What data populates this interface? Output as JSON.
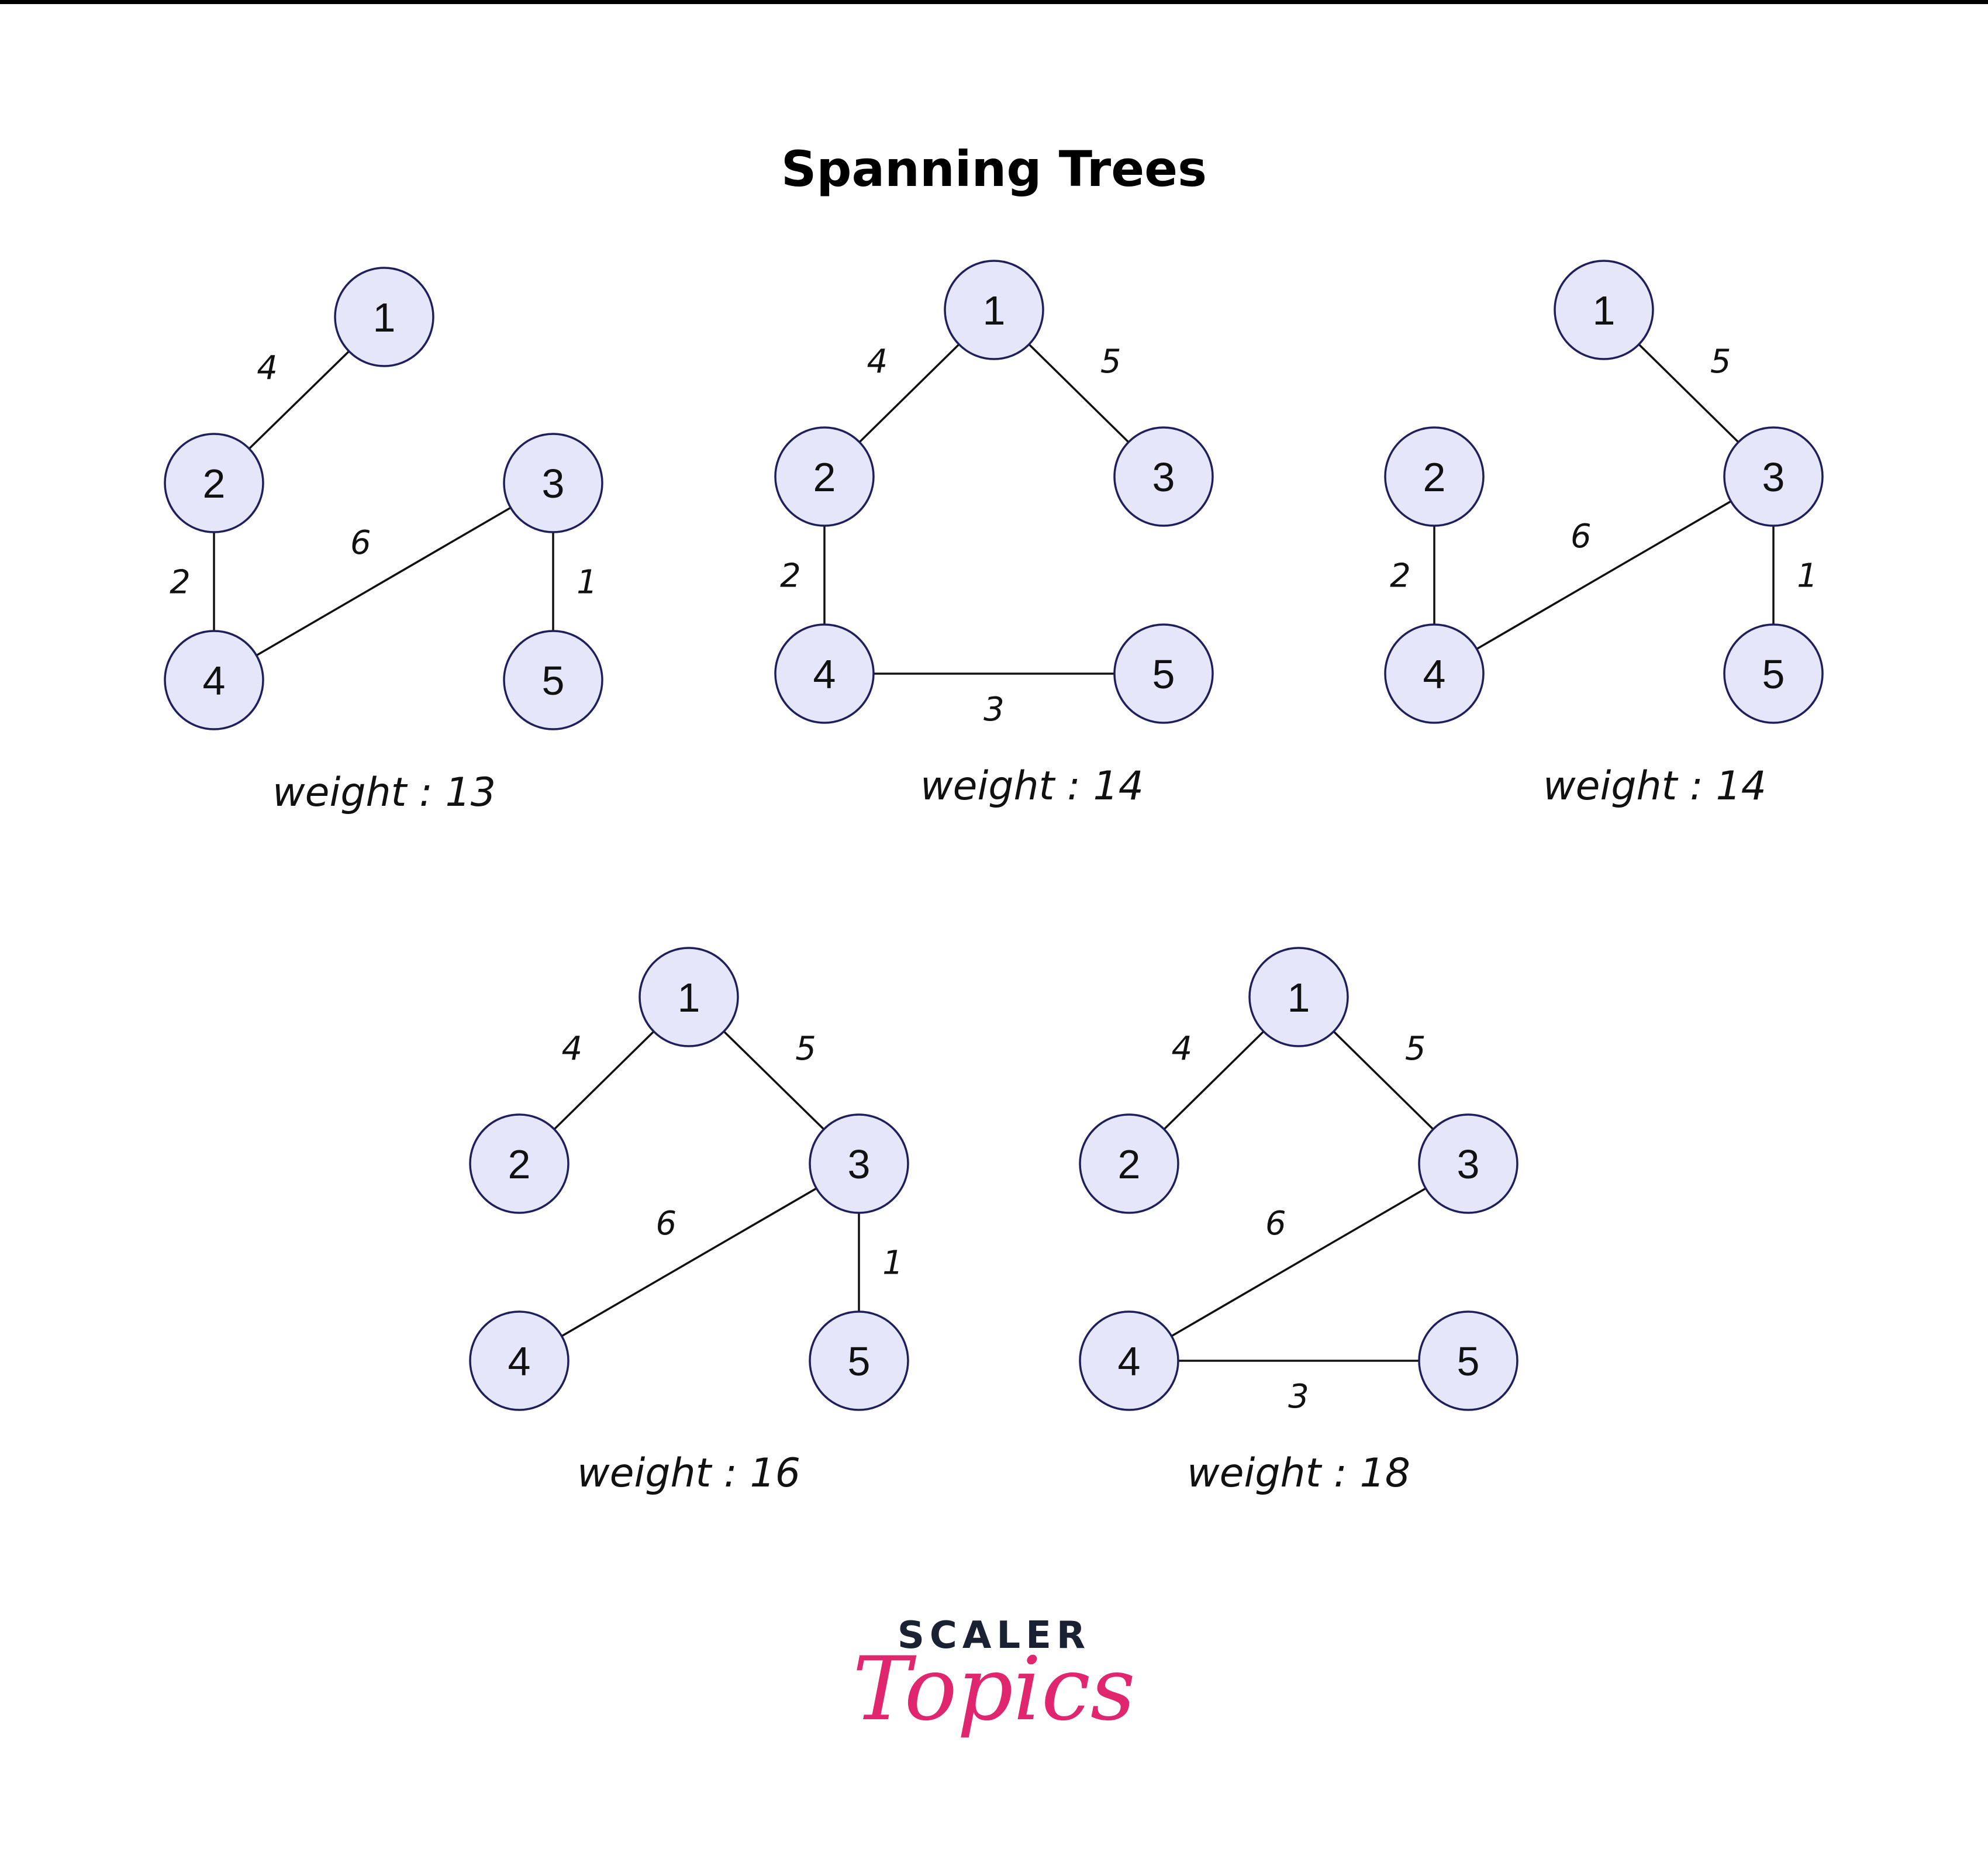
{
  "title": "Spanning Trees",
  "colors": {
    "node_fill": "#e6e6fa",
    "node_stroke": "#1f1f5c",
    "edge": "#111111",
    "logo_dark": "#1a2133",
    "logo_pink": "#e0266f"
  },
  "node_labels": [
    "1",
    "2",
    "3",
    "4",
    "5"
  ],
  "trees": [
    {
      "weight_text": "weight : 13",
      "edges": [
        {
          "from": "1",
          "to": "2",
          "weight": "4"
        },
        {
          "from": "2",
          "to": "4",
          "weight": "2"
        },
        {
          "from": "4",
          "to": "3",
          "weight": "6"
        },
        {
          "from": "3",
          "to": "5",
          "weight": "1"
        }
      ]
    },
    {
      "weight_text": "weight : 14",
      "edges": [
        {
          "from": "1",
          "to": "2",
          "weight": "4"
        },
        {
          "from": "1",
          "to": "3",
          "weight": "5"
        },
        {
          "from": "2",
          "to": "4",
          "weight": "2"
        },
        {
          "from": "4",
          "to": "5",
          "weight": "3"
        }
      ]
    },
    {
      "weight_text": "weight : 14",
      "edges": [
        {
          "from": "1",
          "to": "3",
          "weight": "5"
        },
        {
          "from": "2",
          "to": "4",
          "weight": "2"
        },
        {
          "from": "4",
          "to": "3",
          "weight": "6"
        },
        {
          "from": "3",
          "to": "5",
          "weight": "1"
        }
      ]
    },
    {
      "weight_text": "weight : 16",
      "edges": [
        {
          "from": "1",
          "to": "2",
          "weight": "4"
        },
        {
          "from": "1",
          "to": "3",
          "weight": "5"
        },
        {
          "from": "4",
          "to": "3",
          "weight": "6"
        },
        {
          "from": "3",
          "to": "5",
          "weight": "1"
        }
      ]
    },
    {
      "weight_text": "weight : 18",
      "edges": [
        {
          "from": "1",
          "to": "2",
          "weight": "4"
        },
        {
          "from": "1",
          "to": "3",
          "weight": "5"
        },
        {
          "from": "4",
          "to": "3",
          "weight": "6"
        },
        {
          "from": "4",
          "to": "5",
          "weight": "3"
        }
      ]
    }
  ],
  "logo": {
    "line1": "SCALER",
    "line2": "Topics"
  }
}
